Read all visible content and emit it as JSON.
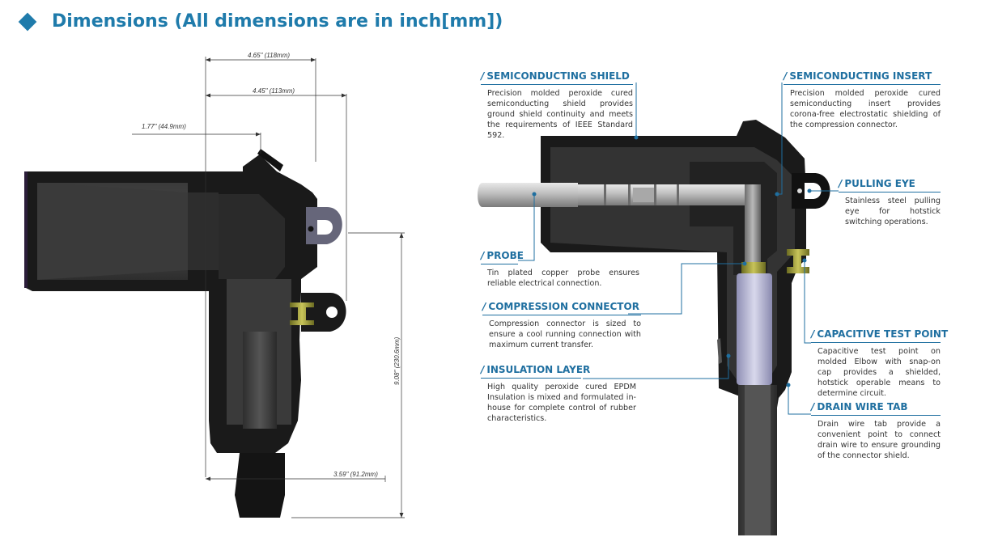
{
  "title": "Dimensions (All dimensions are in inch[mm])",
  "dimensions": {
    "d1": "4.65\" (118mm)",
    "d2": "4.45\" (113mm)",
    "d3": "1.77\" (44.9mm)",
    "d4": "9.08\" (230.6mm)",
    "d5": "3.59\" (91.2mm)"
  },
  "callouts": {
    "semiconducting_shield": {
      "title": "SEMICONDUCTING SHIELD",
      "desc": "Precision molded peroxide cured semiconducting shield provides ground shield continuity and meets the requirements of IEEE Standard 592."
    },
    "semiconducting_insert": {
      "title": "SEMICONDUCTING INSERT",
      "desc": "Precision molded peroxide cured semiconducting insert provides corona-free electrostatic shielding of the compression connector."
    },
    "pulling_eye": {
      "title": "PULLING EYE",
      "desc": "Stainless steel pulling eye for hotstick switching operations."
    },
    "probe": {
      "title": "PROBE",
      "desc": "Tin plated copper probe ensures reliable electrical connection."
    },
    "compression_connector": {
      "title": "COMPRESSION CONNECTOR",
      "desc": "Compression connector is sized to ensure a cool running connection with maximum current transfer."
    },
    "capacitive_test_point": {
      "title": "CAPACITIVE TEST POINT",
      "desc": "Capacitive test point on molded Elbow with snap-on cap provides a shielded, hotstick operable means to determine circuit."
    },
    "insulation_layer": {
      "title": "INSULATION LAYER",
      "desc": "High quality peroxide cured EPDM Insulation is mixed and formulated in-house for complete control of rubber characteristics."
    },
    "drain_wire_tab": {
      "title": "DRAIN WIRE TAB",
      "desc": "Drain wire tab provide a convenient point to connect drain wire to ensure grounding of the connector shield."
    }
  }
}
